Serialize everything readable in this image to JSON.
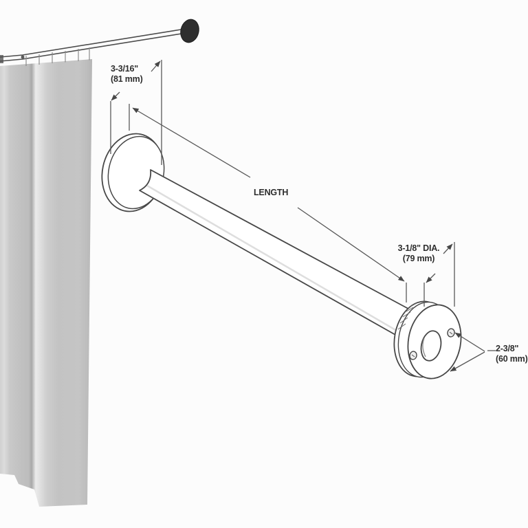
{
  "diagram": {
    "type": "technical-line-drawing",
    "subject": "wall-mounted shower curtain rod with exposed mounting flanges and hanging curtain"
  },
  "dimensions": {
    "wall_offset": {
      "imperial": "3-3/16\"",
      "metric": "(81 mm)"
    },
    "length": {
      "label": "LENGTH"
    },
    "flange_diameter": {
      "imperial": "3-1/8\" DIA.",
      "metric": "(79 mm)"
    },
    "hole_spacing": {
      "imperial": "2-3/8\"",
      "metric": "(60 mm)"
    }
  },
  "colors": {
    "background": "#fcfcfc",
    "outline": "#474747",
    "dimension_line": "#585858",
    "text": "#2d2d2d",
    "curtain_mid": "#c6c6c6",
    "curtain_highlight": "#ebebeb",
    "curtain_shadow": "#a8a8a8",
    "rod_end_cap": "#2e2e2e"
  }
}
